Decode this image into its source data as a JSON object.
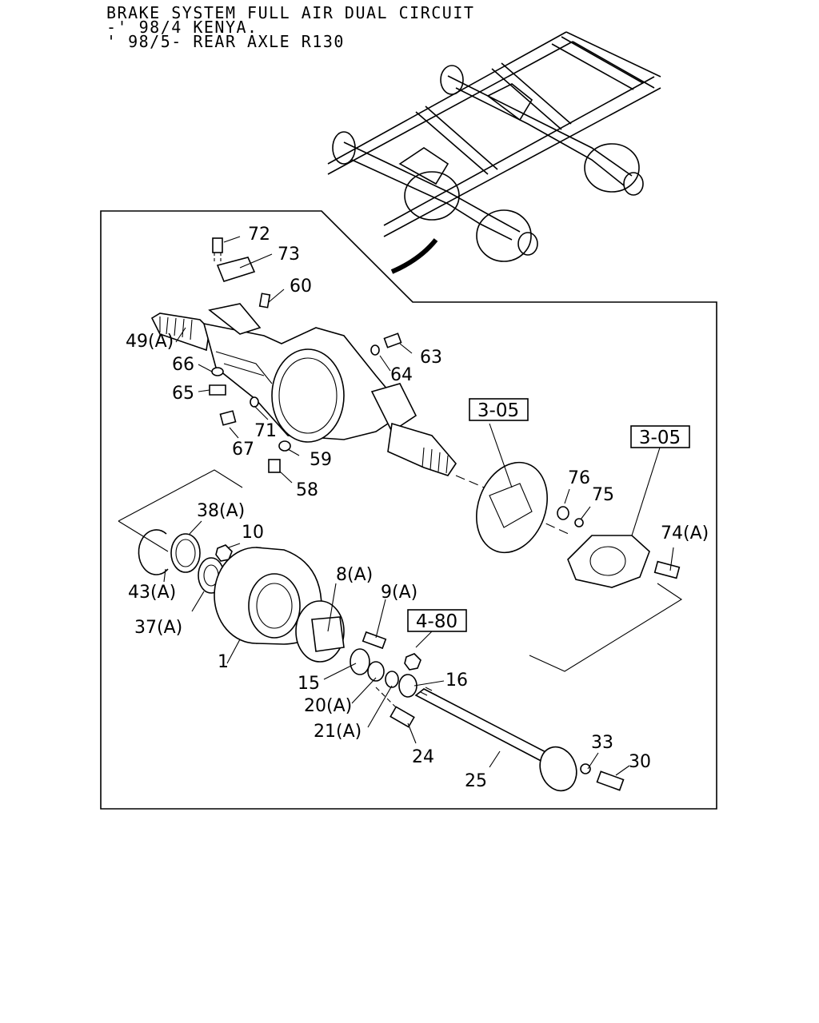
{
  "title": {
    "line1": "BRAKE SYSTEM FULL AIR DUAL CIRCUIT",
    "line2": "-' 98/4 KENYA.",
    "line3": "' 98/5- REAR AXLE R130"
  },
  "reference_boxes": [
    "3-05",
    "3-05",
    "4-80"
  ],
  "callouts": [
    {
      "id": "p72",
      "label": "72"
    },
    {
      "id": "p73",
      "label": "73"
    },
    {
      "id": "p60",
      "label": "60"
    },
    {
      "id": "p49",
      "label": "49(A)"
    },
    {
      "id": "p63",
      "label": "63"
    },
    {
      "id": "p64",
      "label": "64"
    },
    {
      "id": "p66",
      "label": "66"
    },
    {
      "id": "p65",
      "label": "65"
    },
    {
      "id": "p71",
      "label": "71"
    },
    {
      "id": "p67",
      "label": "67"
    },
    {
      "id": "p59",
      "label": "59"
    },
    {
      "id": "p58",
      "label": "58"
    },
    {
      "id": "p76",
      "label": "76"
    },
    {
      "id": "p75",
      "label": "75"
    },
    {
      "id": "p74",
      "label": "74(A)"
    },
    {
      "id": "p38",
      "label": "38(A)"
    },
    {
      "id": "p10",
      "label": "10"
    },
    {
      "id": "p43",
      "label": "43(A)"
    },
    {
      "id": "p37",
      "label": "37(A)"
    },
    {
      "id": "p8",
      "label": "8(A)"
    },
    {
      "id": "p9",
      "label": "9(A)"
    },
    {
      "id": "p1",
      "label": "1"
    },
    {
      "id": "p15",
      "label": "15"
    },
    {
      "id": "p16",
      "label": "16"
    },
    {
      "id": "p20",
      "label": "20(A)"
    },
    {
      "id": "p21",
      "label": "21(A)"
    },
    {
      "id": "p24",
      "label": "24"
    },
    {
      "id": "p33",
      "label": "33"
    },
    {
      "id": "p30",
      "label": "30"
    },
    {
      "id": "p25",
      "label": "25"
    }
  ]
}
